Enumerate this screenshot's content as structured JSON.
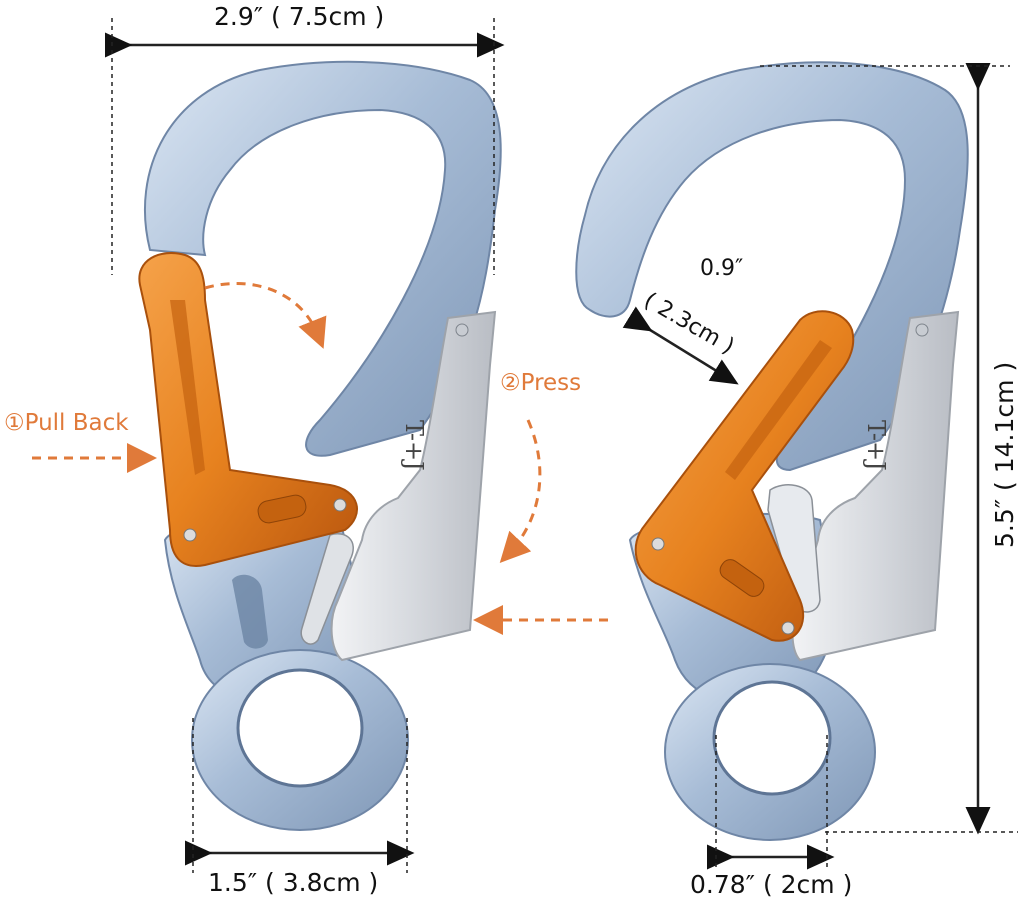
{
  "dimensions": {
    "top_width": "2.9″ ( 7.5cm )",
    "gate_opening_line1": "0.9″",
    "gate_opening_line2": "( 2.3cm )",
    "height": "5.5″ ( 14.1cm )",
    "bottom_eye_width": "1.5″ ( 3.8cm )",
    "eye_hole": "0.78″ ( 2cm )"
  },
  "steps": {
    "pull_back": "①Pull Back",
    "press": "②Press"
  },
  "logo_text": "T-+J",
  "colors": {
    "accent": "#e07a3a",
    "gate_orange": "#e8892b",
    "body_blue": "#a9bdd6",
    "steel": "#d4d7dc"
  }
}
